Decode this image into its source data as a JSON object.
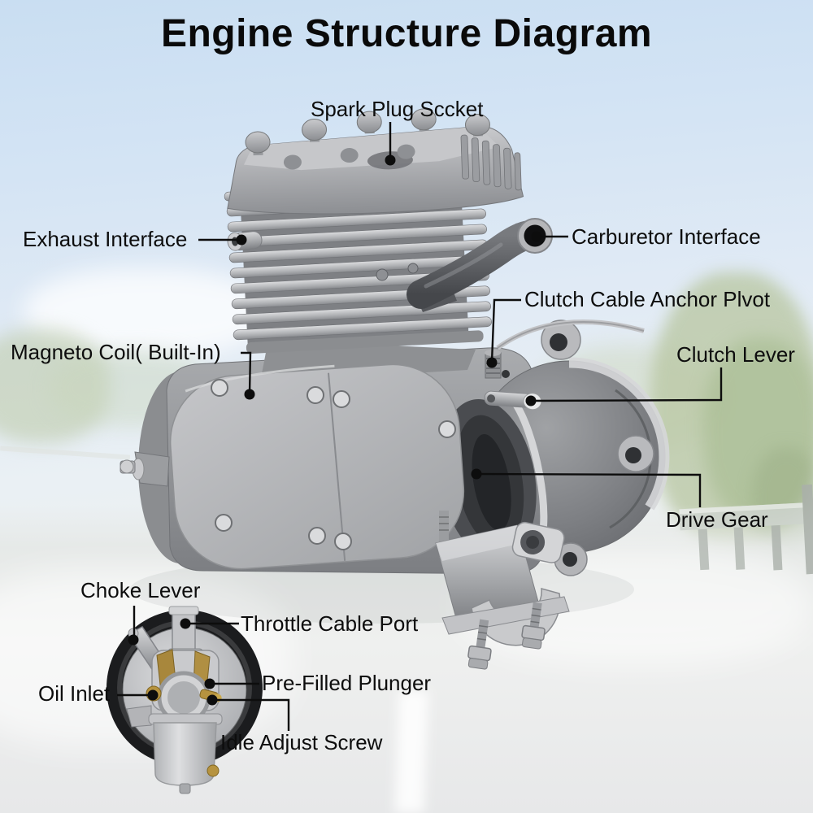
{
  "title": "Engine Structure Diagram",
  "labels": {
    "spark_plug_socket": "Spark Plug Sccket",
    "exhaust_interface": "Exhaust Interface",
    "carburetor_interface": "Carburetor Interface",
    "clutch_cable_anchor_pivot": "Clutch Cable Anchor Plvot",
    "magneto_coil": "Magneto Coil( Built-In)",
    "clutch_lever": "Clutch Lever",
    "drive_gear": "Drive Gear",
    "choke_lever": "Choke Lever",
    "throttle_cable_port": "Throttle Cable Port",
    "oil_inlet": "Oil Inlet",
    "pre_filled_plunger": "Pre-Filled Plunger",
    "idle_adjust_screw": "Idle Adjust Screw"
  },
  "colors": {
    "title_text": "#0a0a0a",
    "label_text": "#0d0d0d",
    "leader_line": "#0d0d0d",
    "sky": "#cde0f2",
    "engine_metal": "#a7a9ac",
    "brass_accent": "#b08f42"
  }
}
